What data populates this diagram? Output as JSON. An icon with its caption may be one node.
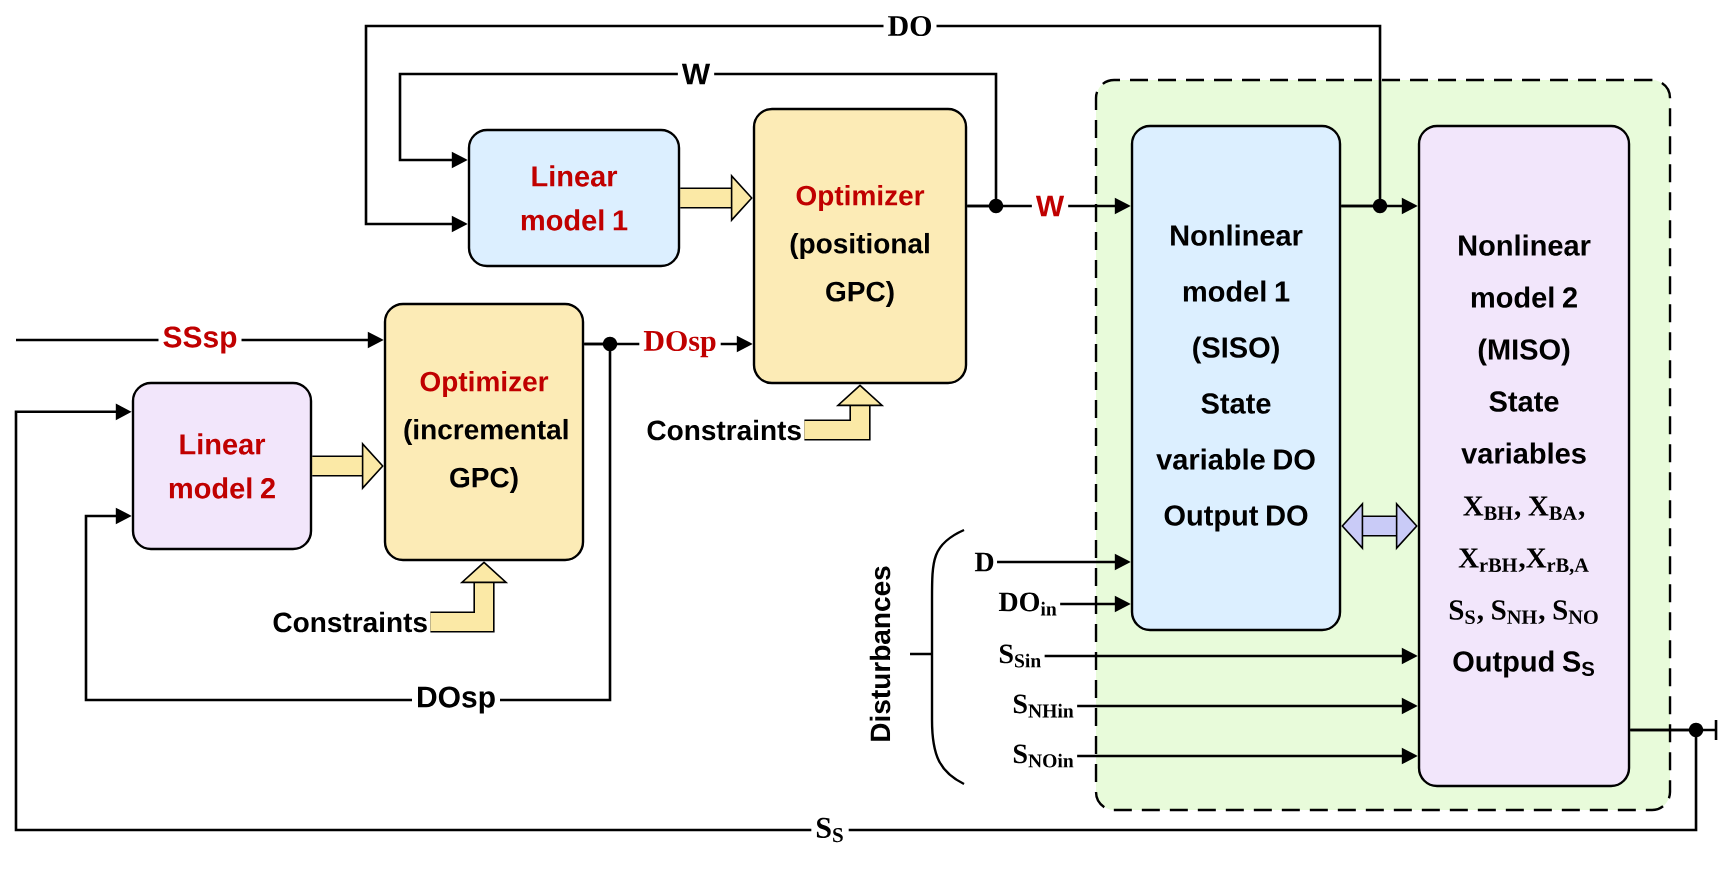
{
  "diagram": {
    "nodes": [
      {
        "text": [],
        "shape": "box"
      },
      {
        "text": [
          "Linear model 1"
        ]
      },
      {
        "text": [
          "Optimizer",
          "(positional GPC)"
        ]
      },
      {
        "text": [
          "Linear model 2"
        ]
      },
      {
        "text": [
          "Optimizer",
          "(incremental GPC)"
        ]
      },
      {
        "text": [
          "Nonlinear model 1 (SISO)",
          "State variable DO",
          "Output DO"
        ],
        "in": 0
      },
      {
        "text": [
          "Nonlinear model 2 (MISO)",
          "State variables",
          "X$_{BH}$, X$_{BA}$, X$_{rBH}$,X$_{rB,A}$ S$_{S}$, S$_{NH}$, S$_{NO}$",
          "Outpud S$_{S}$"
        ],
        "in": 0
      },
      {
        "text": [
          "Constraints"
        ]
      },
      {
        "text": [
          "Constraints"
        ]
      },
      {
        "text": [
          "D"
        ]
      },
      {
        "text": [
          "DO$_{in}$"
        ]
      },
      {
        "text": [
          "S$_{Sin}$"
        ]
      },
      {
        "text": [
          "S$_{NHin}$"
        ]
      },
      {
        "text": [
          "S$_{NOin}$"
        ]
      }
    ],
    "edges": [
      {
        "from": 1,
        "to": 2,
        "arrow": "to",
        "style": "thick"
      },
      {
        "from": 3,
        "to": 4,
        "arrow": "to",
        "style": "thick"
      },
      {
        "from": null,
        "to": 4,
        "arrow": "to",
        "label": "SSsp"
      },
      {
        "from": 4,
        "to": 2,
        "arrow": "to",
        "label": "DOsp"
      },
      {
        "from": 4,
        "to": 3,
        "arrow": "to",
        "label": "DOsp"
      },
      {
        "from": 2,
        "to": 5,
        "arrow": "to",
        "label": "W"
      },
      {
        "from": 2,
        "to": 1,
        "arrow": "to",
        "label": "W"
      },
      {
        "from": 5,
        "to": 1,
        "arrow": "to",
        "label": "DO"
      },
      {
        "from": 5,
        "to": 6,
        "arrow": "to"
      },
      {
        "from": 5,
        "to": 6,
        "arrow": "both",
        "style": "thick"
      },
      {
        "from": 6,
        "to": 3,
        "arrow": "to",
        "label": "S$_{S}$"
      },
      {
        "from": 6,
        "to": null,
        "arrow": "none"
      },
      {
        "from": 7,
        "to": 2,
        "arrow": "to",
        "style": "thick"
      },
      {
        "from": 8,
        "to": 4,
        "arrow": "to",
        "style": "thick"
      },
      {
        "from": 9,
        "to": 5,
        "arrow": "to"
      },
      {
        "from": 10,
        "to": 5,
        "arrow": "to"
      },
      {
        "from": 11,
        "to": 6,
        "arrow": "to"
      },
      {
        "from": 12,
        "to": 6,
        "arrow": "to"
      },
      {
        "from": 13,
        "to": 6,
        "arrow": "to"
      }
    ],
    "labels": [
      "Disturbances"
    ]
  }
}
